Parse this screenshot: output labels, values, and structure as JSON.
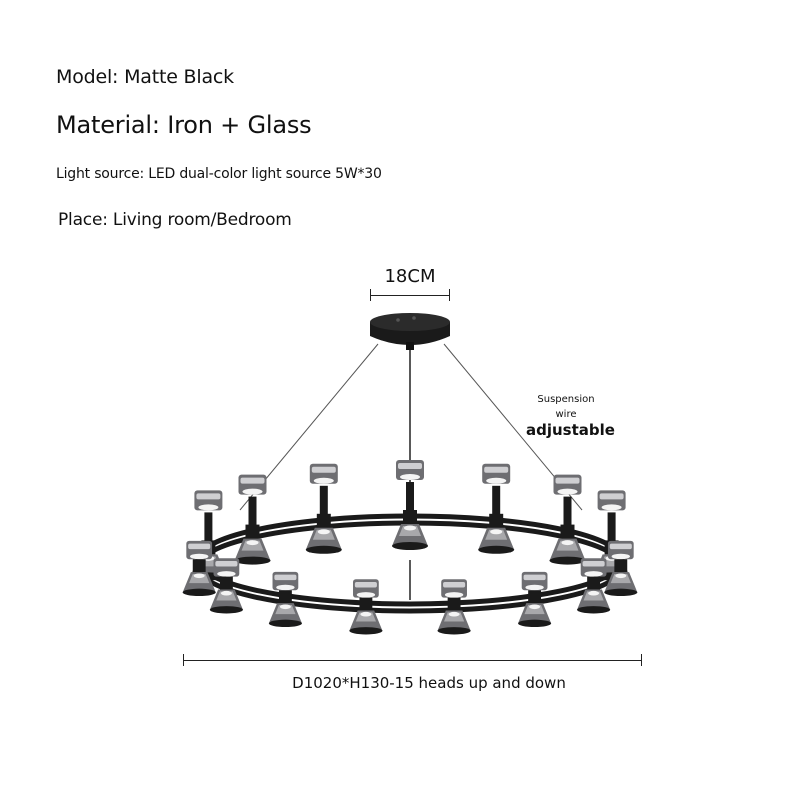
{
  "specs": {
    "model": "Model: Matte Black",
    "material": "Material: Iron + Glass",
    "light_source": "Light source: LED dual-color light source 5W*30",
    "place": "Place: Living room/Bedroom"
  },
  "dimensions": {
    "canopy_width": "18CM",
    "overall": "D1020*H130-15 heads up and down"
  },
  "suspension_note": {
    "line1": "Suspension",
    "line2": "wire",
    "line3": "adjustable"
  },
  "colors": {
    "frame": "#1a1a1a",
    "glass": "#6e6e72",
    "glass_highlight": "#cfcfd2",
    "led_glow": "#f4f4f4"
  },
  "fixture": {
    "head_count": 15,
    "icon": "ring-chandelier-icon"
  }
}
